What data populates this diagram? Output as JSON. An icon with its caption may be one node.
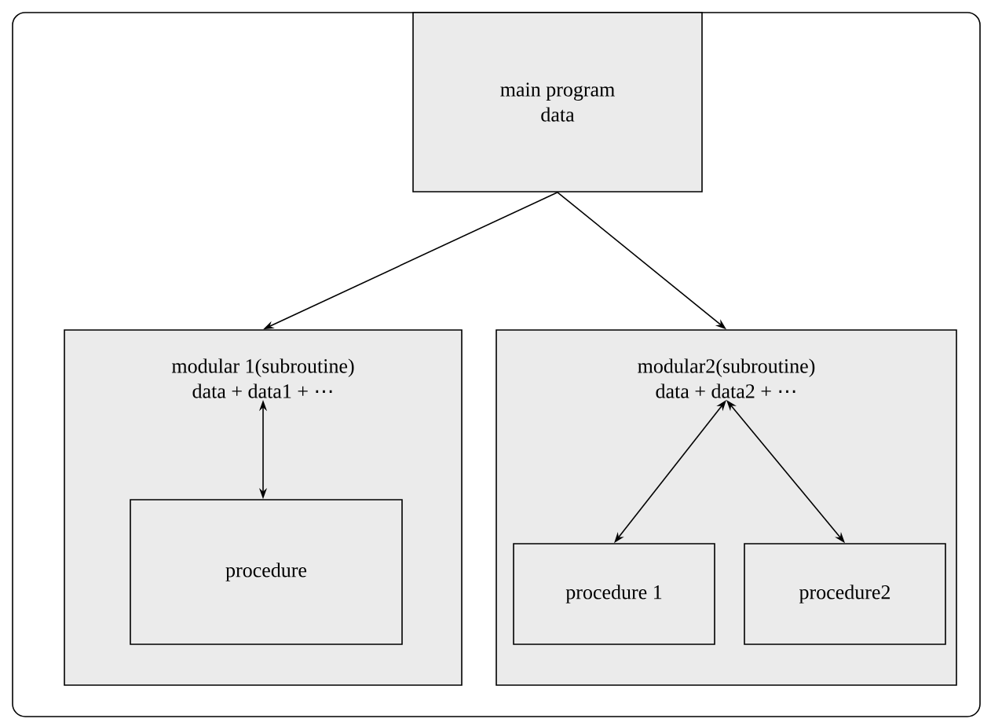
{
  "diagram": {
    "nodes": [
      {
        "text": [
          "main program",
          "data"
        ]
      },
      {
        "text": [
          "modular 1(subroutine)",
          "data + data1 + ⋯"
        ]
      },
      {
        "text": [
          "procedure"
        ],
        "in": 1
      },
      {
        "text": [
          "modular2(subroutine)",
          "data + data2 + ⋯"
        ]
      },
      {
        "text": [
          "procedure 1"
        ],
        "in": 3
      },
      {
        "text": [
          "procedure2"
        ],
        "in": 3
      }
    ],
    "edges": [
      {
        "from": 0,
        "to": 1,
        "arrow": "to"
      },
      {
        "from": 0,
        "to": 3,
        "arrow": "to"
      },
      {
        "from": 1,
        "to": 2,
        "arrow": "both"
      },
      {
        "from": 3,
        "to": 4,
        "arrow": "both"
      },
      {
        "from": 3,
        "to": 5,
        "arrow": "both"
      }
    ]
  }
}
